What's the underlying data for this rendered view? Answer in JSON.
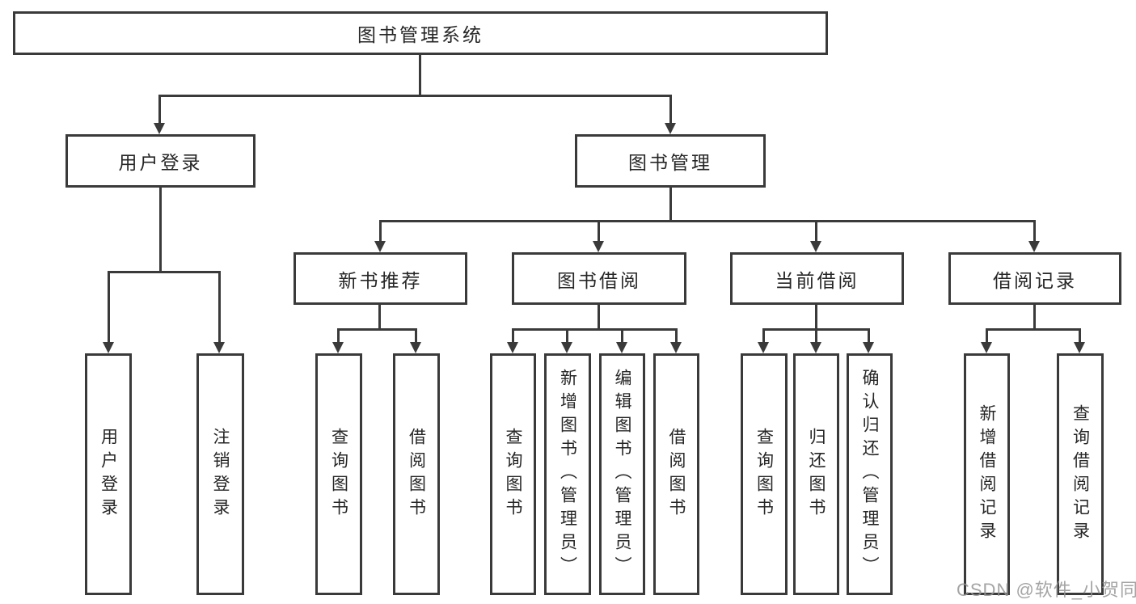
{
  "tree": {
    "root": {
      "label": "图书管理系统",
      "children": [
        {
          "label": "用户登录",
          "children": [
            {
              "label": "用户登录"
            },
            {
              "label": "注销登录"
            }
          ]
        },
        {
          "label": "图书管理",
          "children": [
            {
              "label": "新书推荐",
              "children": [
                {
                  "label": "查询图书"
                },
                {
                  "label": "借阅图书"
                }
              ]
            },
            {
              "label": "图书借阅",
              "children": [
                {
                  "label": "查询图书"
                },
                {
                  "label": "新增图书（管理员）"
                },
                {
                  "label": "编辑图书（管理员）"
                },
                {
                  "label": "借阅图书"
                }
              ]
            },
            {
              "label": "当前借阅",
              "children": [
                {
                  "label": "查询图书"
                },
                {
                  "label": "归还图书"
                },
                {
                  "label": "确认归还（管理员）"
                }
              ]
            },
            {
              "label": "借阅记录",
              "children": [
                {
                  "label": "新增借阅记录"
                },
                {
                  "label": "查询借阅记录"
                }
              ]
            }
          ]
        }
      ]
    }
  },
  "watermark": "CSDN @软件_小贺同学",
  "colors": {
    "line": "#3a3a3a",
    "text": "#262626",
    "background": "#ffffff",
    "watermark": "#949494"
  }
}
